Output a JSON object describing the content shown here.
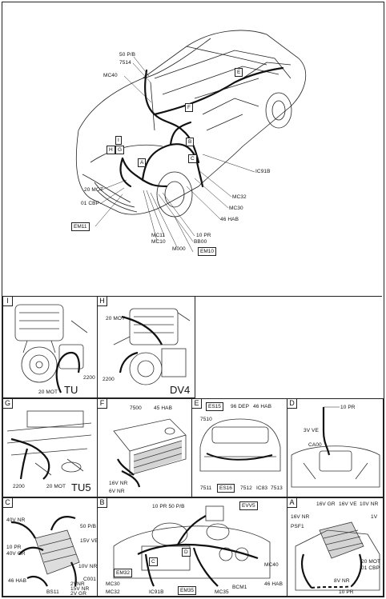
{
  "main": {
    "labels": {
      "l50pb": "50 P/B",
      "l7514": "7514",
      "mc40": "MC40",
      "e": "E",
      "f": "F",
      "i": "I",
      "h": "H",
      "g": "G",
      "a": "A",
      "b": "B",
      "c": "C",
      "ic91b": "IC91B",
      "mc32": "MC32",
      "mc30": "MC30",
      "hab46": "46 HAB",
      "pr10": "10 PR",
      "bb00": "BB00",
      "mc11": "MC11",
      "mc10": "MC10",
      "m000": "M000",
      "mot20": "20 MOT",
      "cbp01": "01 CBP"
    },
    "boxes": {
      "em11": "EM11",
      "em10": "EM10"
    }
  },
  "panels": {
    "i": {
      "label": "I",
      "big": "TU",
      "l2200": "2200",
      "mot20": "20 MOT"
    },
    "h": {
      "label": "H",
      "big": "DV4",
      "mot20": "20 MOT",
      "l2200": "2200"
    },
    "g": {
      "label": "G",
      "big": "TU5",
      "l2200": "2200",
      "mot20": "20 MOT"
    },
    "f": {
      "label": "F",
      "l7500": "7500",
      "hab45": "45 HAB",
      "nr16v": "16V NR",
      "nr6v": "6V NR"
    },
    "e": {
      "label": "E",
      "es15": "ES15",
      "dep96": "96 DEP",
      "hab46": "46 HAB",
      "l7510": "7510",
      "l7511": "7511",
      "es16": "ES16",
      "l7512": "7512",
      "ic83": "IC83",
      "l7513": "7513"
    },
    "d": {
      "label": "D",
      "pr10": "10 PR",
      "ve3v": "3V VE",
      "ca00": "CA00"
    },
    "c": {
      "label": "C",
      "nr40v": "40V NR",
      "pb50": "50 P/B",
      "pr10": "10 PR",
      "gr40v": "40V GR",
      "ve15v": "15V VE",
      "nr10v": "10V NR",
      "c001": "C001",
      "hab46": "46 HAB",
      "bs11": "BS11",
      "nr2v": "2VNR",
      "nr15v": "15V NR",
      "gr2v": "2V GR"
    },
    "b": {
      "label": "B",
      "pr10pb50": "10 PR  50 P/B",
      "evv5": "EVV5",
      "em32": "EM32",
      "c": "C",
      "d": "D",
      "mc40": "MC40",
      "mc30": "MC30",
      "mc32": "MC32",
      "ic91b": "IC91B",
      "em35": "EM35",
      "mc35": "MC35",
      "bcm1": "BCM1",
      "hab46": "46 HAB"
    },
    "a": {
      "label": "A",
      "gr16v": "16V GR",
      "ve16v": "16V VE",
      "nr10v": "10V NR",
      "nr16v": "16V NR",
      "psf1": "PSF1",
      "v1": "1V",
      "mot20": "20 MOT",
      "cbp01": "01 CBP",
      "nr8v": "8V NR",
      "pr10": "10 PR"
    }
  }
}
